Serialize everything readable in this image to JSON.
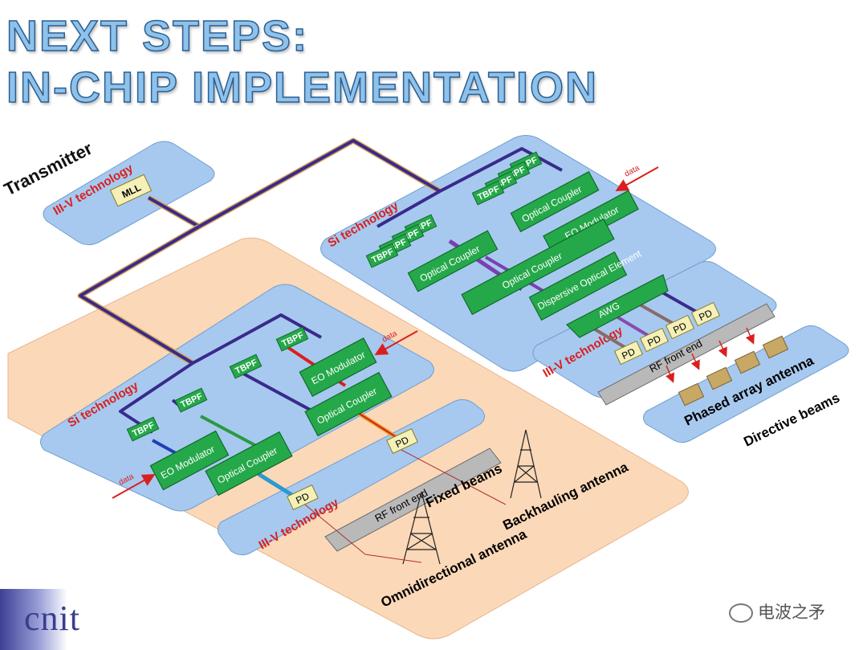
{
  "title": {
    "line1": "NEXT STEPS:",
    "line2": "IN-CHIP IMPLEMENTATION"
  },
  "transmitter": {
    "label": "Transmitter",
    "tech": "III-V technology",
    "mll": "MLL"
  },
  "si_top": {
    "tech": "Si technology",
    "tbpf": "TBPF",
    "optical_coupler": "Optical Coupler",
    "eo_modulator": "EO Modulator",
    "dispersive": "Dispersive Optical Element",
    "awg": "AWG",
    "data": "data"
  },
  "iiiv_right": {
    "tech": "III-V technology",
    "pd": "PD",
    "rf_front_end": "RF front end"
  },
  "phased": {
    "label": "Phased array antenna",
    "beams": "Directive beams"
  },
  "si_bottom": {
    "tech": "Si technology",
    "tbpf": "TBPF",
    "eo_modulator": "EO Modulator",
    "optical_coupler": "Optical Coupler",
    "data": "data"
  },
  "iiiv_bottom": {
    "tech": "III-V technology",
    "pd": "PD",
    "rf_front_end": "RF front end",
    "fixed_beams": "Fixed beams",
    "backhauling": "Backhauling antenna",
    "omni": "Omnidirectional antenna"
  },
  "logo": "cnit",
  "watermark": "电波之矛",
  "colors": {
    "plane_blue": "#a7c9ef",
    "peach": "#fbd8b8",
    "green_block": "#25a84a",
    "accent_red": "#d9201e"
  }
}
